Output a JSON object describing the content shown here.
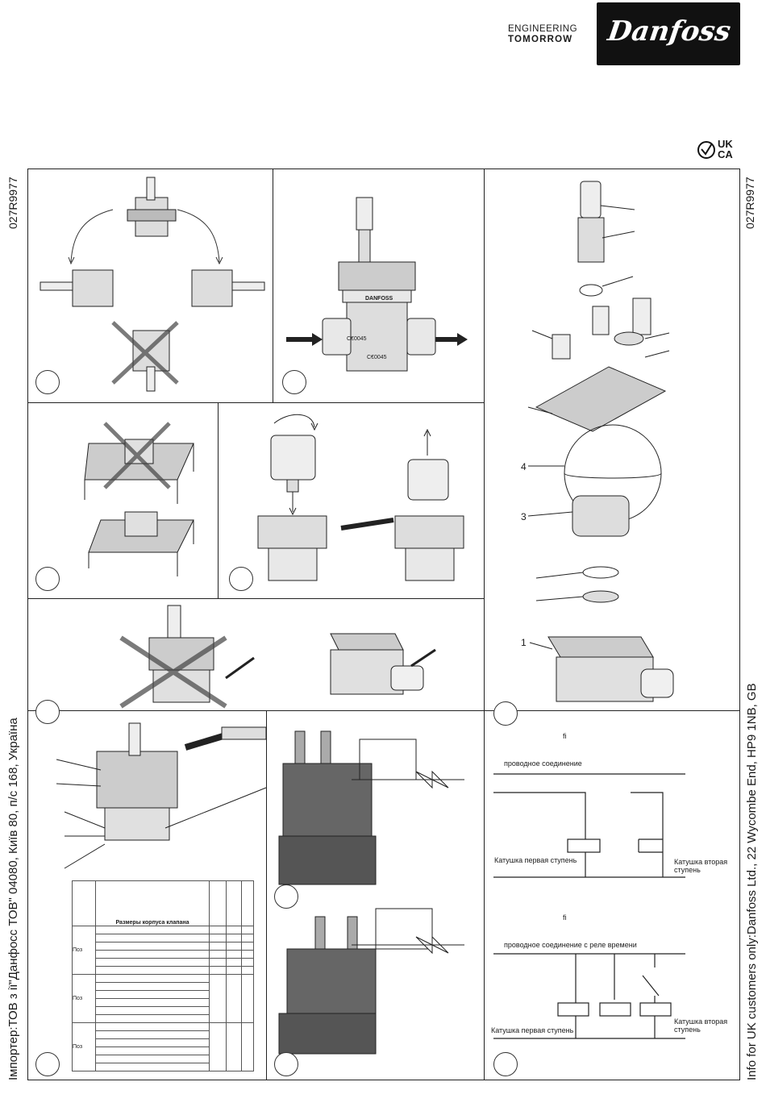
{
  "header": {
    "tagline_line1": "ENGINEERING",
    "tagline_line2": "TOMORROW",
    "logo_text": "Danfoss",
    "ukca_line1": "UK",
    "ukca_line2": "CA"
  },
  "side": {
    "doc_code_left": "027R9977",
    "doc_code_right": "027R9977",
    "importer": "Імпортер:ТОВ з ії\"Данфосс ТОВ\" 04080, Київ 80, п/с 168, Україна",
    "uk_info": "Info for UK customers only:Danfoss Ltd., 22 Wycombe End, HP9 1NB, GB"
  },
  "illustrations": {
    "valve_brand": "DANFOSS",
    "ce_mark_1": "C€0045",
    "ce_mark_2": "C€0045"
  },
  "exploded": {
    "part_labels": [
      "4",
      "3",
      "1"
    ]
  },
  "table": {
    "header": "Размеры корпуса клапана",
    "row_labels": [
      "Поз",
      "Поз",
      "Поз"
    ]
  },
  "wiring": {
    "diagram1_title": "проводное соединение",
    "diagram1_coil1": "Катушка первая ступень",
    "diagram1_coil2_l1": "Катушка вторая",
    "diagram1_coil2_l2": "ступень",
    "diagram2_title": "проводное соединение с реле времени",
    "diagram2_coil1": "Катушка первая ступень",
    "diagram2_coil2_l1": "Катушка вторая",
    "diagram2_coil2_l2": "ступень",
    "glyph1": "fi",
    "glyph2": "fi"
  }
}
